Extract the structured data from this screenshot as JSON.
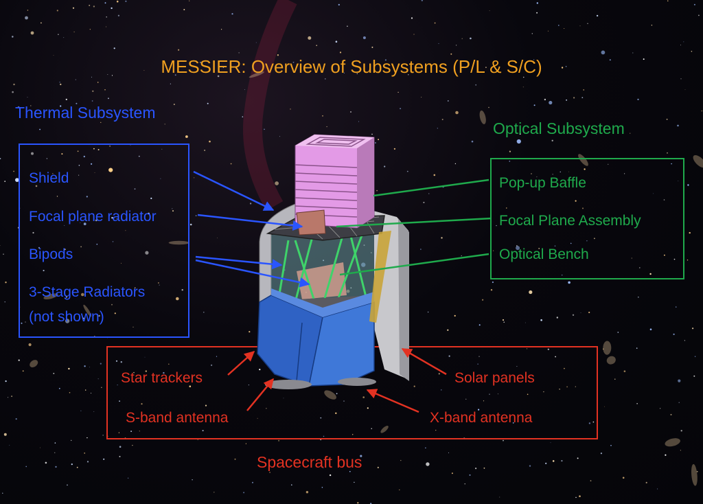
{
  "title": "MESSIER: Overview of Subsystems (P/L & S/C)",
  "colors": {
    "title": "#f0a020",
    "thermal": "#2a55ff",
    "optical": "#1faa4c",
    "spacecraft": "#e33222",
    "baffle": "#e39ae6",
    "bus": "#3f78d8",
    "solar_panel": "#c8c8cc"
  },
  "thermal": {
    "heading": "Thermal Subsystem",
    "items": [
      "Shield",
      "Focal plane radiator",
      "Bipods",
      "3-Stage Radiators",
      "(not shown)"
    ]
  },
  "optical": {
    "heading": "Optical Subsystem",
    "items": [
      "Pop-up Baffle",
      "Focal Plane Assembly",
      "Optical Bench"
    ]
  },
  "spacecraft": {
    "heading": "Spacecraft bus",
    "items": [
      "Star trackers",
      "S-band antenna",
      "Solar panels",
      "X-band antenna"
    ]
  }
}
